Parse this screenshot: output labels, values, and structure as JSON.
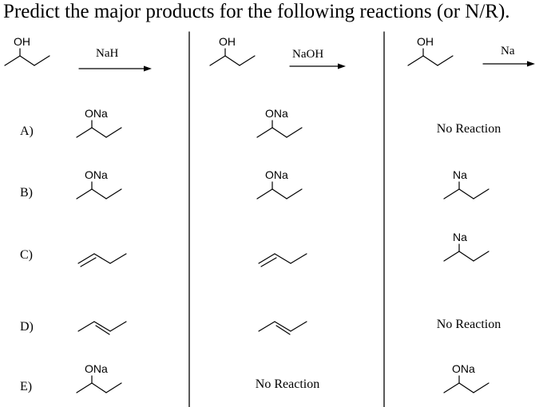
{
  "title": "Predict the major products for the following reactions (or N/R).",
  "columns": [
    {
      "reactant_label": "OH",
      "reagent": "NaH",
      "answers": [
        {
          "choice": "A)",
          "kind": "alkoxide",
          "label": "ONa"
        },
        {
          "choice": "B)",
          "kind": "alkoxide",
          "label": "ONa"
        },
        {
          "choice": "C)",
          "kind": "terminal-alkene"
        },
        {
          "choice": "D)",
          "kind": "internal-alkene"
        },
        {
          "choice": "E)",
          "kind": "alkoxide",
          "label": "ONa"
        }
      ]
    },
    {
      "reactant_label": "OH",
      "reagent": "NaOH",
      "answers": [
        {
          "kind": "alkoxide",
          "label": "ONa"
        },
        {
          "kind": "alkoxide",
          "label": "ONa"
        },
        {
          "kind": "terminal-alkene"
        },
        {
          "kind": "internal-alkene"
        },
        {
          "kind": "text",
          "text": "No Reaction"
        }
      ]
    },
    {
      "reactant_label": "OH",
      "reagent": "Na",
      "answers": [
        {
          "kind": "text",
          "text": "No Reaction"
        },
        {
          "kind": "alkylsodium",
          "label": "Na"
        },
        {
          "kind": "alkylsodium",
          "label": "Na"
        },
        {
          "kind": "text",
          "text": "No Reaction"
        },
        {
          "kind": "alkoxide",
          "label": "ONa"
        }
      ]
    }
  ]
}
